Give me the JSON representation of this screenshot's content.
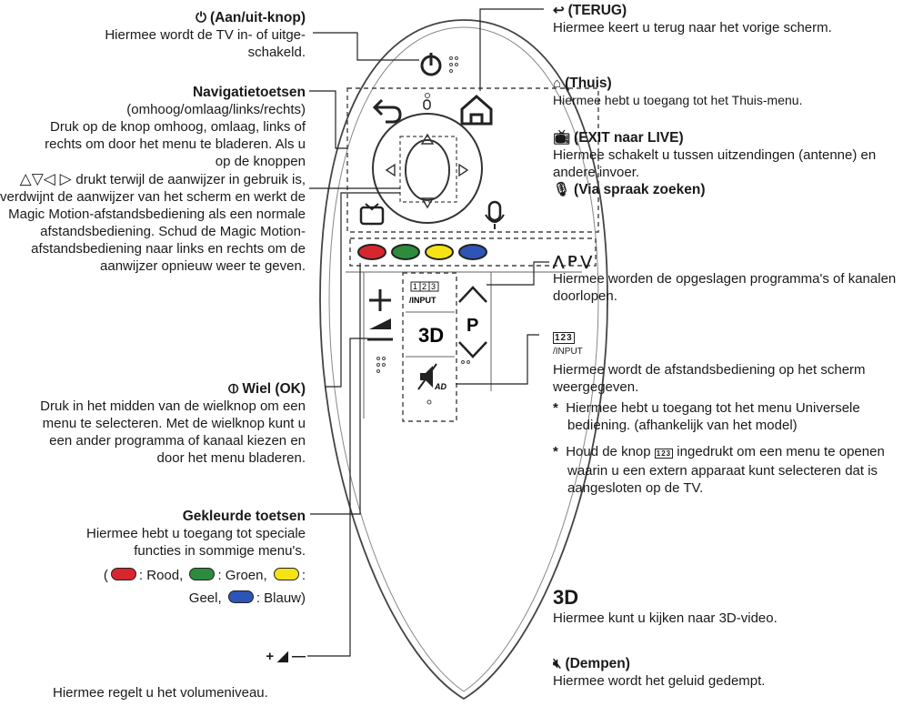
{
  "left": {
    "power": {
      "title": "(Aan/uit-knop)",
      "text": "Hiermee wordt de TV in- of uitge-schakeld."
    },
    "nav": {
      "title": "Navigatietoetsen",
      "subtitle": "(omhoog/omlaag/links/rechts)",
      "text1": "Druk op de knop omhoog, omlaag, links of rechts om door het menu te bladeren. Als u op de knoppen",
      "text2": "drukt terwijl de aanwijzer in gebruik is, verdwijnt de aanwijzer van het scherm en werkt de Magic Motion-afstandsbediening als een normale afstandsbediening. Schud de Magic Motion-afstandsbediening naar links en rechts om de aanwijzer opnieuw weer te geven."
    },
    "wheel": {
      "title": "Wiel (OK)",
      "text": "Druk in het midden van de wielknop om een menu te selecteren. Met de wielknop kunt u een ander programma of kanaal kiezen en door het menu bladeren."
    },
    "colors": {
      "title": "Gekleurde toetsen",
      "text": "Hiermee hebt u toegang tot speciale functies in sommige menu's.",
      "red": ": Rood,",
      "green": ": Groen,",
      "yellow": ":",
      "yellow2": "Geel,",
      "blue": ": Blauw)"
    },
    "volume": {
      "text": "Hiermee regelt u het volumeniveau."
    }
  },
  "right": {
    "back": {
      "title": "(TERUG)",
      "text": "Hiermee keert u terug naar het vorige scherm."
    },
    "home": {
      "title": "(Thuis)",
      "text": "Hiermee hebt u toegang tot het Thuis-menu."
    },
    "exit": {
      "title": "(EXIT naar LIVE)",
      "text": "Hiermee schakelt u tussen uitzendingen (antenne) en andere invoer."
    },
    "voice": {
      "title": "(Via spraak zoeken)"
    },
    "program": {
      "title": "P",
      "text": "Hiermee worden de opgeslagen programma's of kanalen doorlopen."
    },
    "input": {
      "label": "/INPUT",
      "text": "Hiermee wordt de afstandsbediening op het scherm weergegeven.",
      "note1": "Hiermee hebt u toegang tot het menu Universele bediening. (afhankelijk van het model)",
      "note2a": "Houd de knop",
      "note2b": "ingedrukt om een menu te openen waarin u een extern apparaat kunt selecteren dat is aangesloten op de TV."
    },
    "threed": {
      "label": "3D",
      "text": "Hiermee kunt u kijken naar 3D-video."
    },
    "mute": {
      "title": "(Dempen)",
      "text": "Hiermee wordt het geluid gedempt."
    }
  },
  "remote": {
    "input_label": "/INPUT",
    "threed_label": "3D",
    "p_label": "P",
    "ad_label": "AD"
  },
  "colors": {
    "red": "#d8262e",
    "green": "#2e8b3e",
    "yellow": "#f5e414",
    "blue": "#2d55b5"
  }
}
